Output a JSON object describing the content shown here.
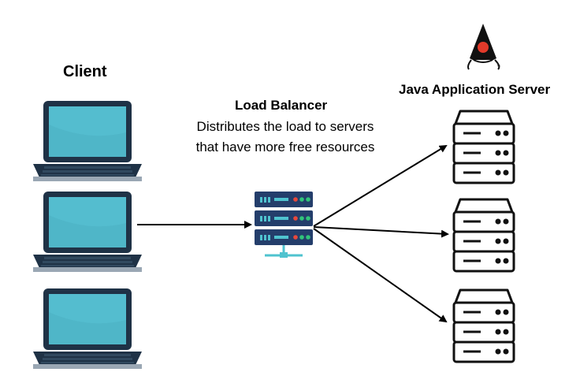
{
  "client": {
    "title": "Client",
    "laptop_count": 3
  },
  "load_balancer": {
    "title": "Load Balancer",
    "description_line1": "Distributes the load to servers",
    "description_line2": "that have more free resources"
  },
  "servers": {
    "title": "Java Application Server",
    "count": 3
  },
  "logo": {
    "icon": "java-duke-mascot-icon"
  },
  "colors": {
    "laptop_frame": "#1f3246",
    "laptop_screen": "#4fb6c8",
    "laptop_keyboard_deck": "#9aa7b4",
    "lb_unit": "#243e6b",
    "lb_accent": "#4fc3cf",
    "lb_led_red": "#e8483c",
    "lb_led_green": "#31c47a",
    "server_stroke": "#111111",
    "arrow": "#000000"
  }
}
